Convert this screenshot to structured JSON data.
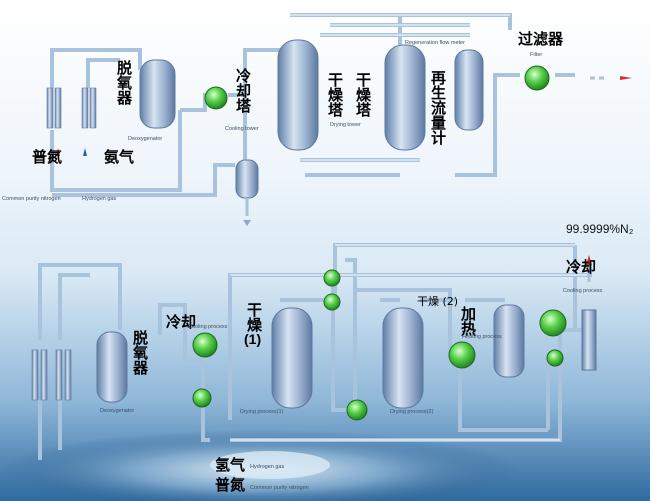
{
  "top": {
    "common_nitrogen_zh": "普氮",
    "hydrogen_zh": "氨气",
    "common_nitrogen_en": "Common purity nitrogen",
    "hydrogen_en": "Hydrogen gas",
    "deoxygenator_zh": "脱氧器",
    "deoxygenator_en": "Deoxygenator",
    "cooling_tower_zh": "冷却塔",
    "cooling_tower_en": "Cooling tower",
    "drying_tower_zh_1": "干燥塔",
    "drying_tower_zh_2": "干燥塔",
    "drying_tower_en": "Drying tower",
    "regeneration_zh": "再生流量计",
    "regeneration_en": "Regeneration flow meter",
    "filter_zh": "过滤器",
    "filter_en": "Filter"
  },
  "bottom": {
    "purity": "99.9999%N₂",
    "cooling_zh": "冷却",
    "cooling_en": "Cooling process",
    "cooling_zh_2": "冷却",
    "cooling_en_2": "Cooling process",
    "deoxygenator_zh": "脱氧器",
    "deoxygenator_en": "Deoxygenator",
    "drying1_zh": "干燥",
    "drying1_num": "(1)",
    "drying1_en": "Drying process(1)",
    "drying2_label": "干燥 (2)",
    "drying2_en": "Drying process(2)",
    "heating_zh": "加热",
    "heating_en": "Heating process",
    "hydrogen_zh": "氢气",
    "hydrogen_en": "Hydrogen gas",
    "common_nitrogen_zh": "普氮",
    "common_nitrogen_en": "Common purity nitrogen"
  },
  "colors": {
    "pipe": "#a9c3dc",
    "vessel": "#8fa8c9",
    "valve": "#3fbf3f",
    "water": "#4a7fb0"
  }
}
